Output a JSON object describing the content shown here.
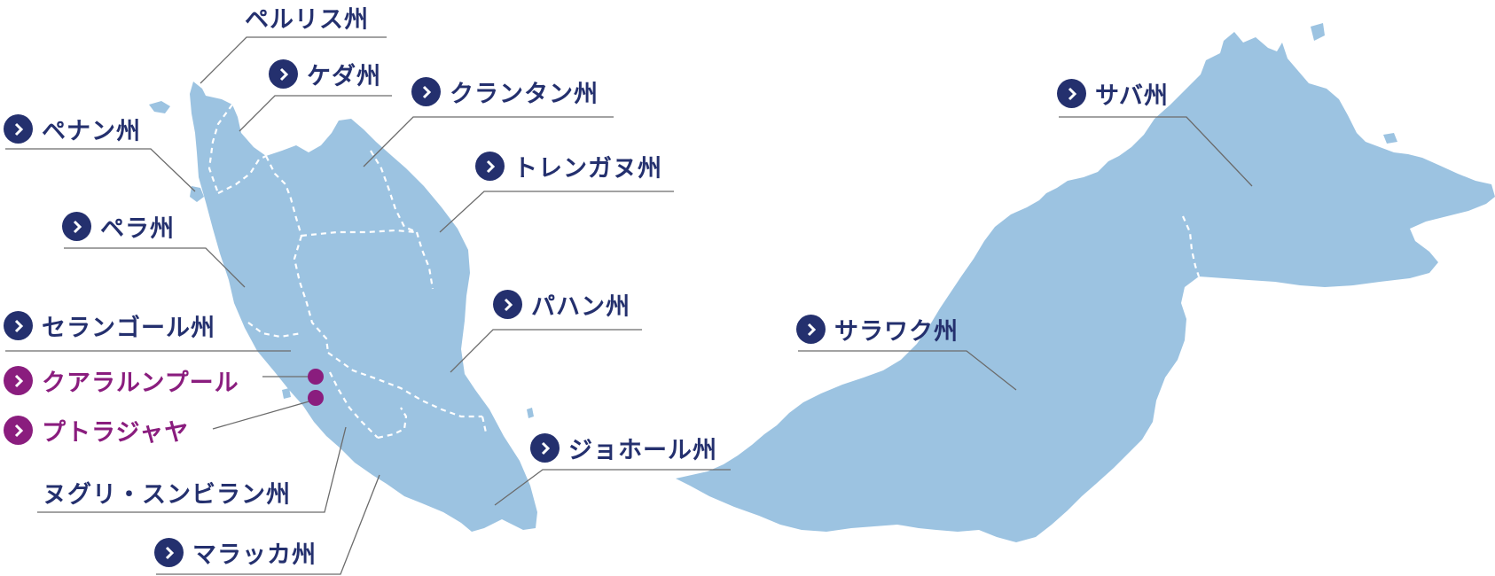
{
  "map": {
    "land_color": "#9cc3e1",
    "line_color": "#6b6b6b",
    "state_color": "#24306e",
    "federal_color": "#8a1d7e",
    "labels": {
      "perlis": "ペルリス州",
      "kedah": "ケダ州",
      "kelantan": "クランタン州",
      "penang": "ペナン州",
      "terengganu": "トレンガヌ州",
      "perak": "ペラ州",
      "selangor": "セランゴール州",
      "pahang": "パハン州",
      "kuala_lumpur": "クアラルンプール",
      "putrajaya": "プトラジャヤ",
      "negeri_sembilan": "ヌグリ・スンビラン州",
      "johor": "ジョホール州",
      "melaka": "マラッカ州",
      "sabah": "サバ州",
      "sarawak": "サラワク州"
    }
  }
}
